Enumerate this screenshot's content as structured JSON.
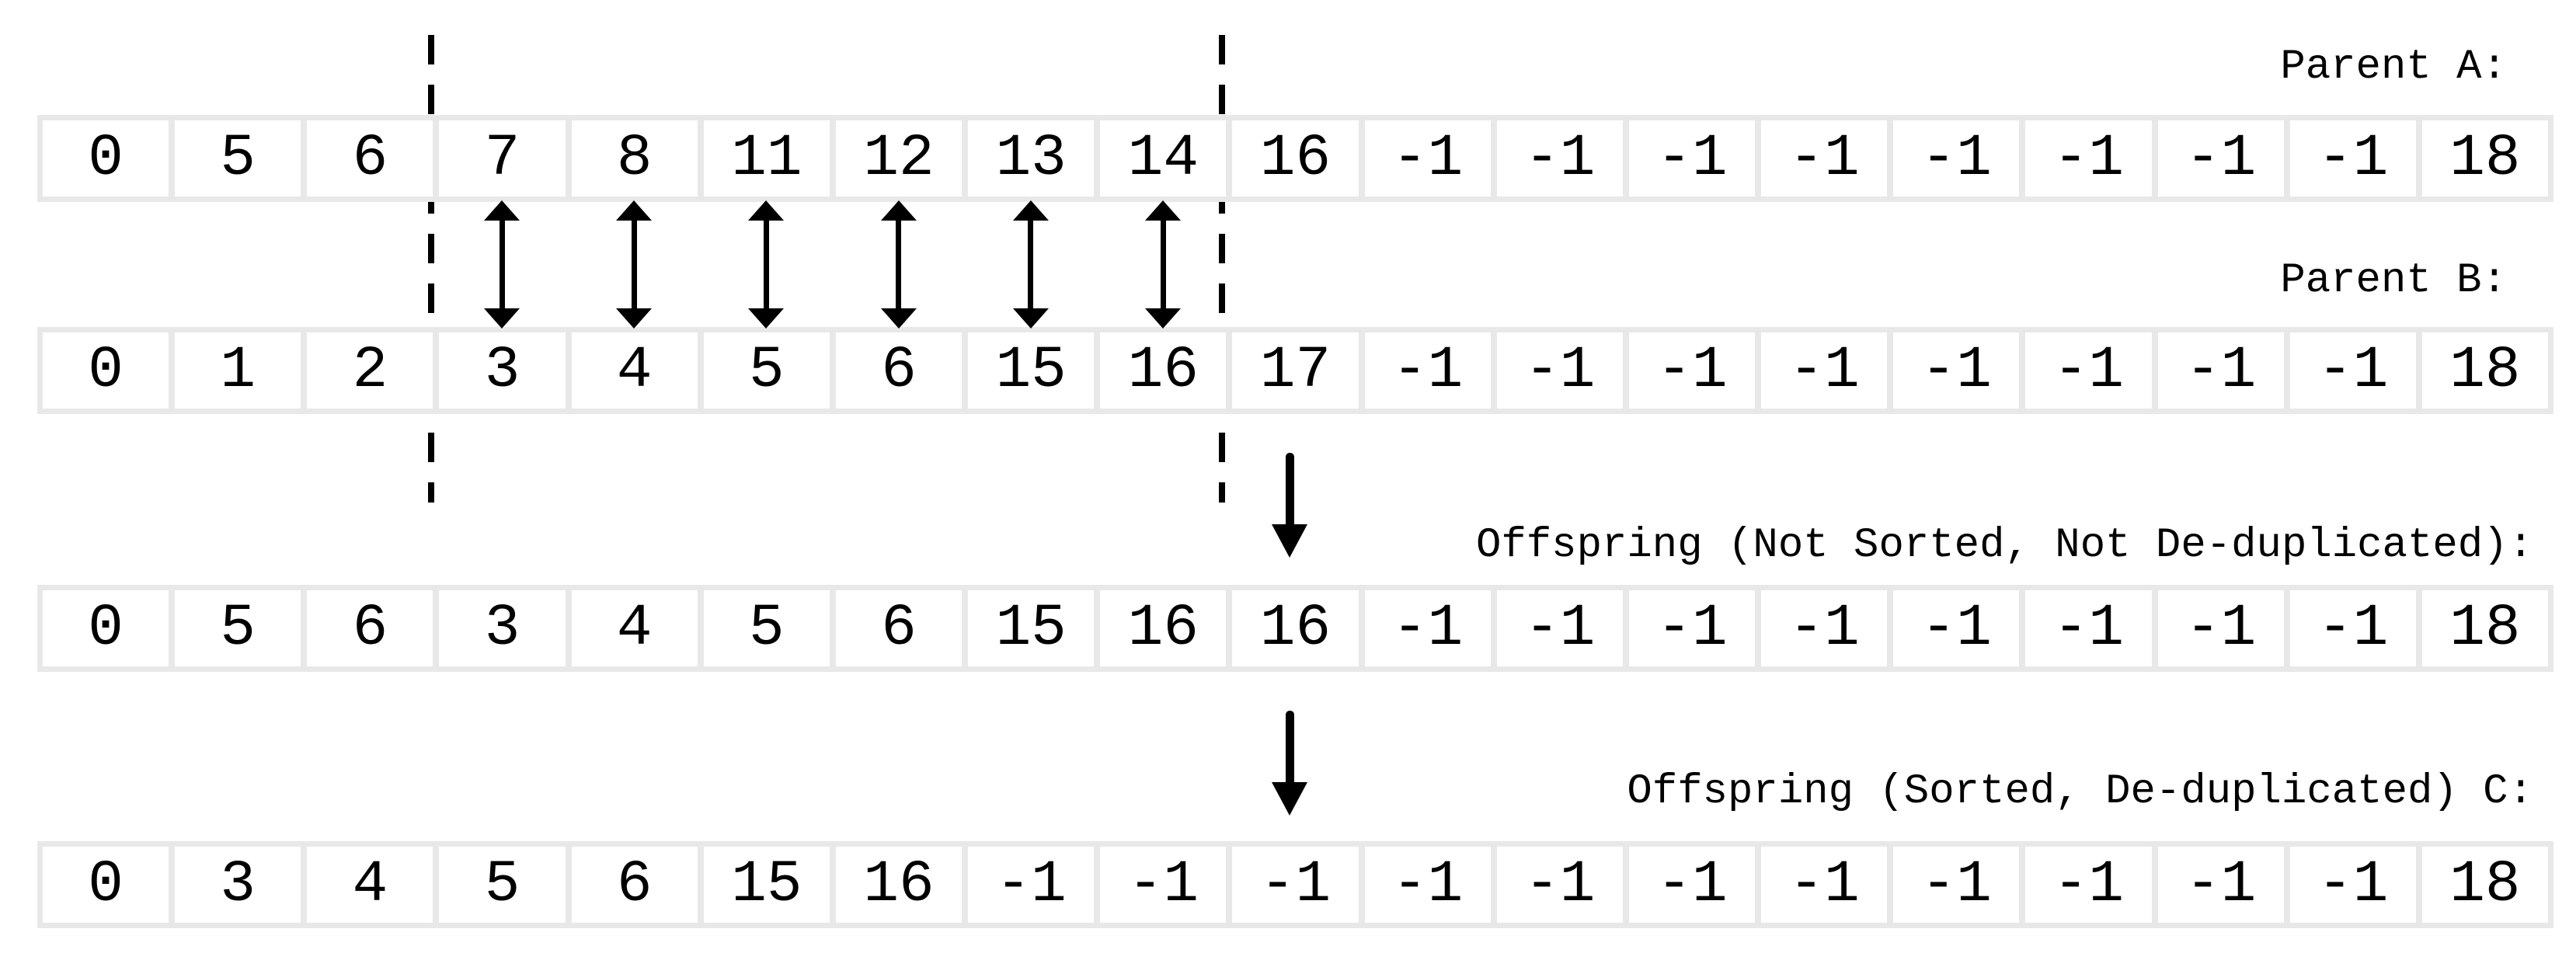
{
  "labels": {
    "parent_a": "Parent A:",
    "parent_b": "Parent B:",
    "offspring_unsorted": "Offspring (Not Sorted, Not De-duplicated):",
    "offspring_sorted": "Offspring (Sorted, De-duplicated) C:"
  },
  "arrays": {
    "parent_a": [
      "0",
      "5",
      "6",
      "7",
      "8",
      "11",
      "12",
      "13",
      "14",
      "16",
      "-1",
      "-1",
      "-1",
      "-1",
      "-1",
      "-1",
      "-1",
      "-1",
      "18"
    ],
    "parent_b": [
      "0",
      "1",
      "2",
      "3",
      "4",
      "5",
      "6",
      "15",
      "16",
      "17",
      "-1",
      "-1",
      "-1",
      "-1",
      "-1",
      "-1",
      "-1",
      "-1",
      "18"
    ],
    "offspring_unsorted": [
      "0",
      "5",
      "6",
      "3",
      "4",
      "5",
      "6",
      "15",
      "16",
      "16",
      "-1",
      "-1",
      "-1",
      "-1",
      "-1",
      "-1",
      "-1",
      "-1",
      "18"
    ],
    "offspring_sorted": [
      "0",
      "3",
      "4",
      "5",
      "6",
      "15",
      "16",
      "-1",
      "-1",
      "-1",
      "-1",
      "-1",
      "-1",
      "-1",
      "-1",
      "-1",
      "-1",
      "-1",
      "18"
    ]
  },
  "crossover": {
    "segment_start_index": 3,
    "segment_end_index": 8,
    "swapped_pairs": [
      [
        "7",
        "3"
      ],
      [
        "8",
        "4"
      ],
      [
        "11",
        "5"
      ],
      [
        "12",
        "6"
      ],
      [
        "13",
        "15"
      ],
      [
        "14",
        "16"
      ]
    ]
  },
  "colors": {
    "background": "#ffffff",
    "cell_fill": "#ffffff",
    "cell_border": "#e8e8e8",
    "ink": "#000000"
  }
}
